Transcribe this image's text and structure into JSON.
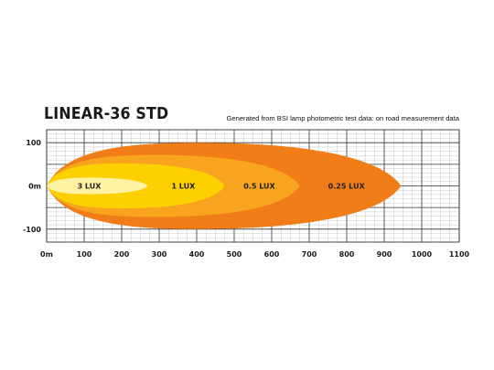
{
  "chart_data": {
    "type": "area",
    "title": "LINEAR-36 STD",
    "subtitle": "Generated from BSI lamp photometric test data: on road measurement data",
    "x_ticks": [
      "0m",
      "100",
      "200",
      "300",
      "400",
      "500",
      "600",
      "700",
      "800",
      "900",
      "1000",
      "1100"
    ],
    "y_ticks": [
      "100",
      "0m",
      "-100"
    ],
    "xlim": [
      0,
      1100
    ],
    "ylim": [
      -130,
      130
    ],
    "grid": true,
    "zones": [
      {
        "label": "0.25 LUX",
        "reach_m": 945,
        "half_width_m": 100,
        "color": "#f07d17"
      },
      {
        "label": "0.5 LUX",
        "reach_m": 675,
        "half_width_m": 72,
        "color": "#f9a41e"
      },
      {
        "label": "1 LUX",
        "reach_m": 475,
        "half_width_m": 52,
        "color": "#fdd000"
      },
      {
        "label": "3 LUX",
        "reach_m": 270,
        "half_width_m": 19,
        "color": "#fff3a3"
      }
    ]
  }
}
